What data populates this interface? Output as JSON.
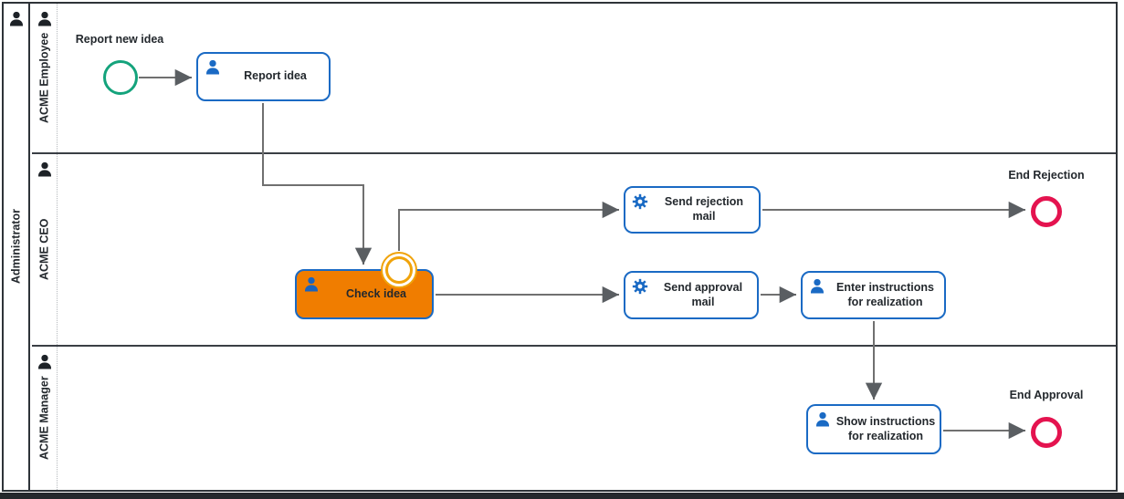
{
  "diagram": {
    "pool": {
      "label": "Administrator"
    },
    "lanes": [
      {
        "label": "ACME Employee"
      },
      {
        "label": "ACME CEO"
      },
      {
        "label": "ACME Manager"
      }
    ],
    "events": {
      "start": {
        "label": "Report new idea",
        "type": "start-event",
        "color": "#14A37C"
      },
      "end_rejection": {
        "label": "End Rejection",
        "type": "end-event",
        "color": "#E4134F"
      },
      "end_approval": {
        "label": "End Approval",
        "type": "end-event",
        "color": "#E4134F"
      },
      "boundary": {
        "type": "boundary-event",
        "color": "#F0A30A",
        "attached_to": "Check idea"
      }
    },
    "tasks": {
      "report_idea": {
        "label": "Report idea",
        "type": "user-task"
      },
      "check_idea": {
        "label": "Check idea",
        "type": "user-task",
        "state": "active",
        "fill": "#F07D00"
      },
      "send_rejection_mail": {
        "label": "Send rejection\nmail",
        "type": "service-task"
      },
      "send_approval_mail": {
        "label": "Send approval\nmail",
        "type": "service-task"
      },
      "enter_instructions": {
        "label": "Enter instructions\nfor realization",
        "type": "user-task"
      },
      "show_instructions": {
        "label": "Show instructions\nfor realization",
        "type": "user-task"
      }
    },
    "colors": {
      "task_border": "#1A6AC4",
      "icon_blue": "#1A6AC4",
      "active_fill": "#F07D00",
      "boundary_ring": "#F0A30A",
      "start_event": "#14A37C",
      "end_event": "#E4134F",
      "flow_line": "#707070",
      "frame": "#2E3338"
    }
  }
}
